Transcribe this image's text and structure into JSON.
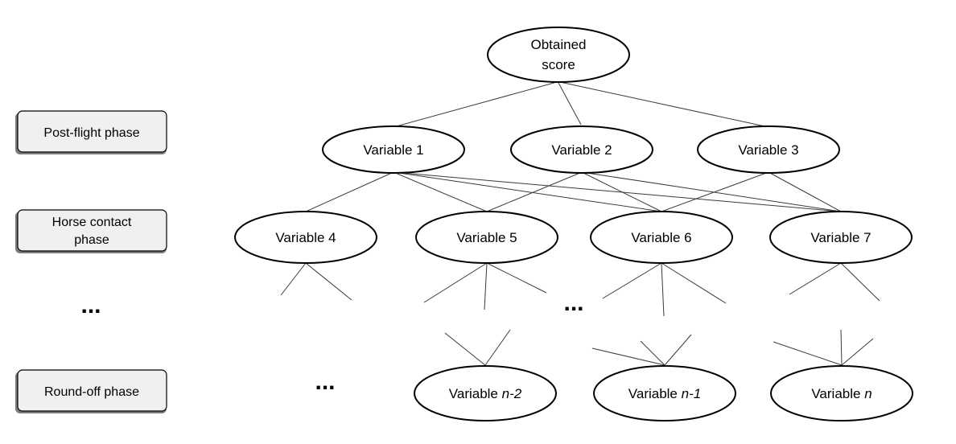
{
  "root": {
    "line1": "Obtained",
    "line2": "score"
  },
  "phases": {
    "post_flight": "Post-flight phase",
    "horse_contact_line1": "Horse contact",
    "horse_contact_line2": "phase",
    "round_off": "Round-off phase"
  },
  "level1": {
    "v1": "Variable 1",
    "v2": "Variable 2",
    "v3": "Variable 3"
  },
  "level2": {
    "v4": "Variable 4",
    "v5": "Variable 5",
    "v6": "Variable 6",
    "v7": "Variable 7"
  },
  "bottom": {
    "prefix": "Variable ",
    "n2": "n-2",
    "n1": "n-1",
    "n": "n"
  },
  "ellipsis": "..."
}
